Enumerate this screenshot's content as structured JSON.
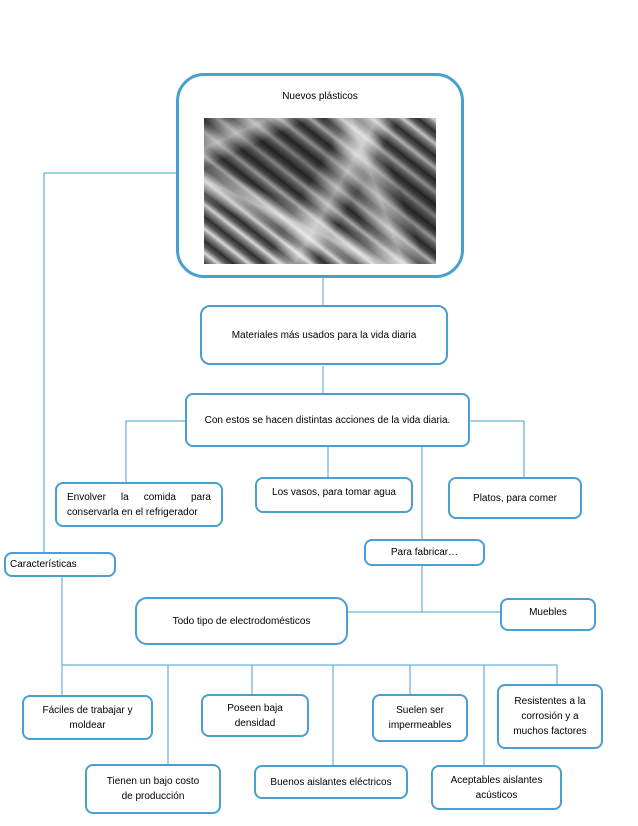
{
  "diagram": {
    "root": {
      "title": "Nuevos plásticos",
      "image_icon": "crumpled-plastic-photo"
    },
    "materials": "Materiales más usados para la vida diaria",
    "actions": "Con estos se hacen distintas acciones de la vida diaria.",
    "uses": {
      "wrap_line1": "Envolver la comida para",
      "wrap_line2": "conservarla en el refrigerador",
      "glasses": "Los vasos, para tomar agua",
      "plates": "Platos, para comer"
    },
    "manufacture": {
      "label": "Para fabricar…",
      "appliances": "Todo tipo de electrodomésticos",
      "furniture": "Muebles"
    },
    "characteristics": {
      "label": "Características",
      "items": [
        {
          "line1": "Fáciles de trabajar y",
          "line2": "moldear"
        },
        {
          "line1": "Tienen un bajo costo",
          "line2": "de producción"
        },
        {
          "line1": "Poseen baja",
          "line2": "densidad"
        },
        {
          "line1": "Buenos aislantes eléctricos",
          "line2": ""
        },
        {
          "line1": "Suelen ser",
          "line2": "impermeables"
        },
        {
          "line1": "Aceptables aislantes",
          "line2": "acústicos"
        },
        {
          "line1": "Resistentes a la",
          "line2": "corrosión y a",
          "line3": "muchos factores"
        }
      ]
    },
    "colors": {
      "border": "#4a9fd0",
      "connector": "#4a9fd0"
    }
  }
}
